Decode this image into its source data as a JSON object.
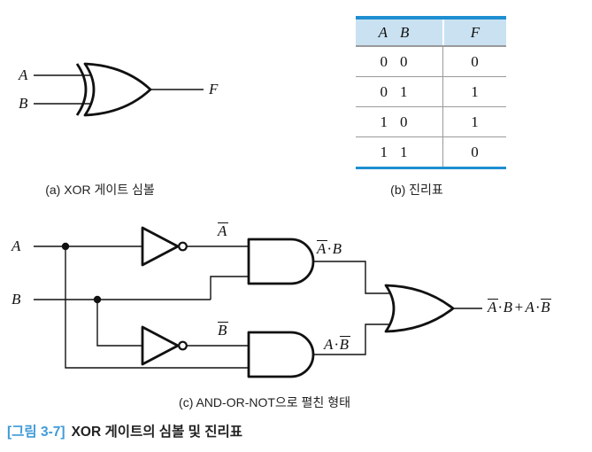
{
  "figure": {
    "label": "[그림 3-7]",
    "title": "XOR 게이트의 심볼 및 진리표"
  },
  "panel_a": {
    "caption": "(a) XOR 게이트 심볼",
    "labels": {
      "input_a": "A",
      "input_b": "B",
      "output": "F"
    }
  },
  "panel_b": {
    "caption": "(b) 진리표",
    "headers": [
      "A",
      "B",
      "F"
    ],
    "rows": [
      [
        "0",
        "0",
        "0"
      ],
      [
        "0",
        "1",
        "1"
      ],
      [
        "1",
        "0",
        "1"
      ],
      [
        "1",
        "1",
        "0"
      ]
    ]
  },
  "panel_c": {
    "caption": "(c) AND-OR-NOT으로 펼친 형태",
    "labels": {
      "input_a": "A",
      "input_b": "B",
      "not_a": "{A}",
      "not_b": "{B}",
      "and1_out": "{A}·B",
      "and2_out": "A·{B}",
      "or_out": "{A}·B+A·{B}"
    }
  },
  "colors": {
    "accent_blue": "#1e8fd0",
    "table_header_bg": "#c9e1f1",
    "caption_blue": "#3f9bd8",
    "line_gray": "#9a9a9a",
    "ink": "#111111"
  }
}
